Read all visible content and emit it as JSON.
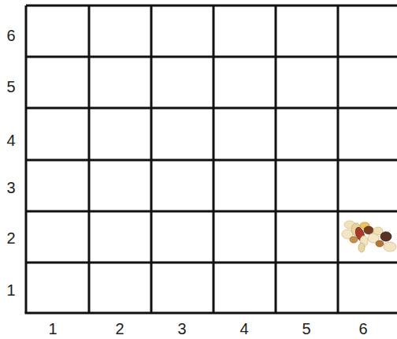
{
  "diagram": {
    "labels": [
      "6",
      "5",
      "4",
      "3",
      "2",
      "1",
      "1",
      "2",
      "3",
      "4",
      "5",
      "6"
    ]
  }
}
